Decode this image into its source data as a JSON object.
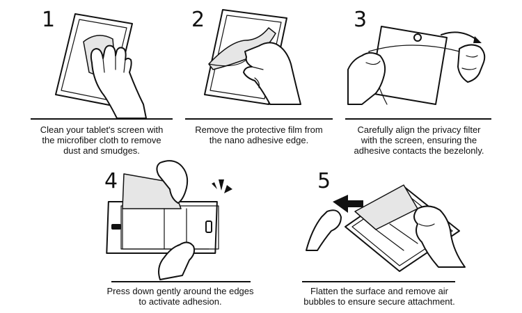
{
  "steps": [
    {
      "number": "1",
      "caption": "Clean your tablet's screen with\nthe microfiber cloth to remove\ndust and smudges."
    },
    {
      "number": "2",
      "caption": "Remove the protective film from\nthe nano adhesive edge."
    },
    {
      "number": "3",
      "caption": "Carefully align the privacy filter\nwith the screen, ensuring the\nadhesive contacts the bezelonly."
    },
    {
      "number": "4",
      "caption": "Press down gently around the edges\nto activate adhesion."
    },
    {
      "number": "5",
      "caption": "Flatten the surface and remove  air\nbubbles to ensure secure  attachment."
    }
  ]
}
